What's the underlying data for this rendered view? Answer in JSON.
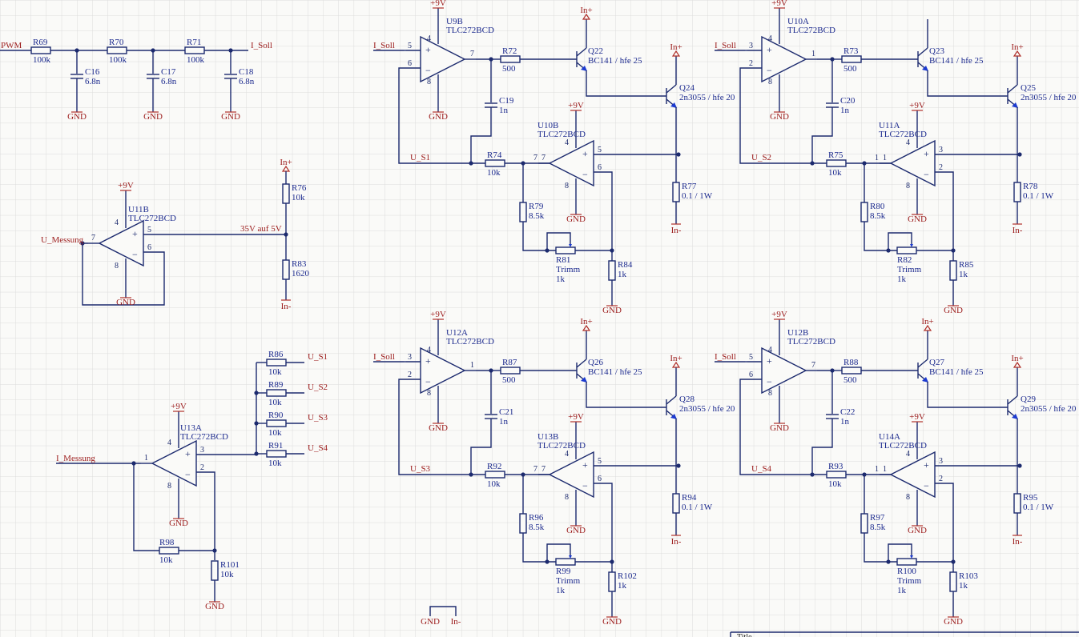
{
  "colors": {
    "grid": "#dcdcdc",
    "wire": "#1c2a6e",
    "net": "#9c1c1c",
    "label": "#1c2a8e"
  },
  "nets": {
    "pwm": "PWM",
    "i_soll": "I_Soll",
    "gnd": "GND",
    "v9": "+9V",
    "in_plus": "In+",
    "in_minus": "In-",
    "u_s1": "U_S1",
    "u_s2": "U_S2",
    "u_s3": "U_S3",
    "u_s4": "U_S4",
    "u_messung": "U_Messung",
    "i_messung": "I_Messung",
    "div": "35V auf 5V"
  },
  "parts": {
    "R69": "R69",
    "R70": "R70",
    "R71": "R71",
    "v100k": "100k",
    "C16": "C16",
    "C17": "C17",
    "C18": "C18",
    "v6n8": "6.8n",
    "R76": "R76",
    "R83": "R83",
    "v10k": "10k",
    "v1620": "1620",
    "U11B": "U11B",
    "U9B": "U9B",
    "U10A": "U10A",
    "U10B": "U10B",
    "U11A": "U11A",
    "U12A": "U12A",
    "U12B": "U12B",
    "U13A": "U13A",
    "U13B": "U13B",
    "U14A": "U14A",
    "TLC": "TLC272BCD",
    "R86": "R86",
    "R89": "R89",
    "R90": "R90",
    "R91": "R91",
    "R98": "R98",
    "R101": "R101",
    "R72": "R72",
    "R73": "R73",
    "R87": "R87",
    "R88": "R88",
    "v500": "500",
    "C19": "C19",
    "C20": "C20",
    "C21": "C21",
    "C22": "C22",
    "v1n": "1n",
    "Q22": "Q22",
    "Q23": "Q23",
    "Q26": "Q26",
    "Q27": "Q27",
    "BC141": "BC141 / hfe 25",
    "Q24": "Q24",
    "Q25": "Q25",
    "Q28": "Q28",
    "Q29": "Q29",
    "Q2N": "2n3055 / hfe 20",
    "R74": "R74",
    "R75": "R75",
    "R92": "R92",
    "R93": "R93",
    "R77": "R77",
    "R78": "R78",
    "R94": "R94",
    "R95": "R95",
    "v01": "0.1 / 1W",
    "R79": "R79",
    "R80": "R80",
    "R96": "R96",
    "R97": "R97",
    "v85k": "8.5k",
    "R81": "R81",
    "R82": "R82",
    "R99": "R99",
    "R100": "R100",
    "trimm": "Trimm",
    "v1k": "1k",
    "R84": "R84",
    "R85": "R85",
    "R102": "R102",
    "R103": "R103"
  },
  "title_block": {
    "label": "Title"
  }
}
